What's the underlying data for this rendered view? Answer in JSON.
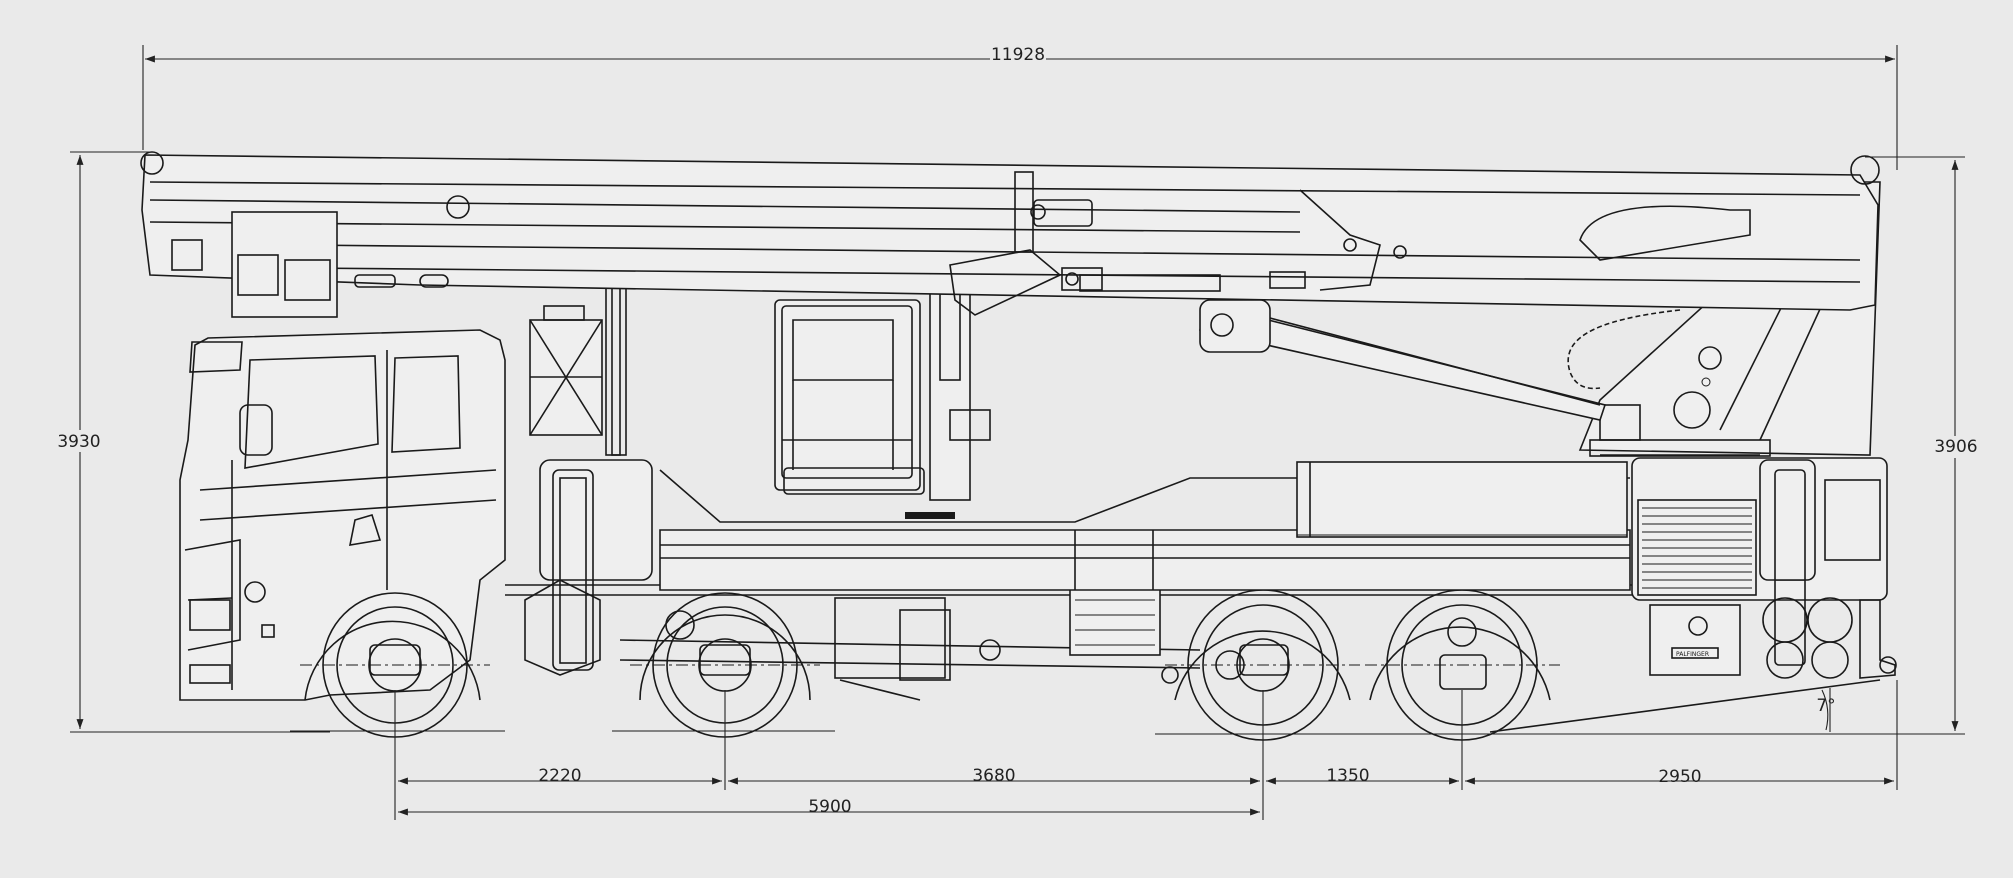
{
  "colors": {
    "background": "#eaeaea",
    "line": "#1a1a1a"
  },
  "dimensions": {
    "overall_length": "11928",
    "overall_height_left": "3930",
    "overall_height_right": "3906",
    "wheelbase_1_2": "2220",
    "wheelbase_2_3": "3680",
    "wheelbase_3_4": "1350",
    "rear_overhang": "2950",
    "wheelbase_total": "5900",
    "departure_angle": "7°"
  },
  "labels": {
    "brand_plate": "PALFINGER"
  }
}
